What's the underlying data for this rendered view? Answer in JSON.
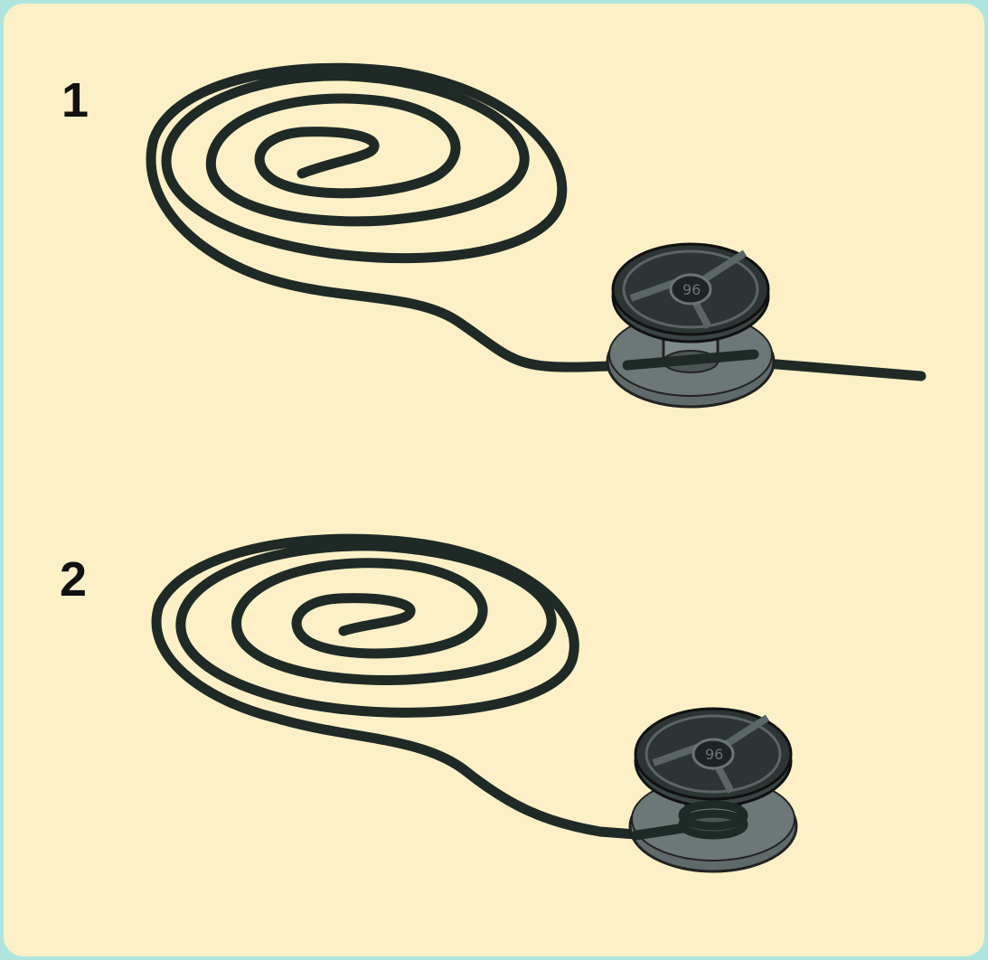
{
  "colors": {
    "background": "#fdf0c6",
    "border": "#aee6df",
    "line": "#1f2a26",
    "spool_flange": "#5f6a6a",
    "spool_top": "#2c3434"
  },
  "steps": [
    {
      "number": "1",
      "illustration": "coiled-line-beside-spool"
    },
    {
      "number": "2",
      "illustration": "coiled-line-attached-to-spool"
    }
  ]
}
